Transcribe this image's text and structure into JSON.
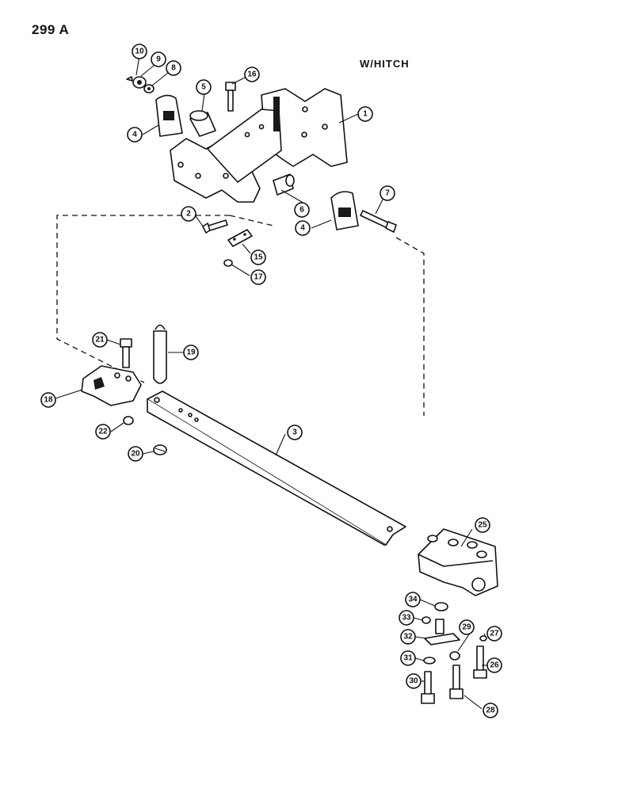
{
  "page": {
    "number": "299 A",
    "note": "W/HITCH"
  },
  "callouts": [
    {
      "label": "10"
    },
    {
      "label": "9"
    },
    {
      "label": "8"
    },
    {
      "label": "4"
    },
    {
      "label": "5"
    },
    {
      "label": "16"
    },
    {
      "label": "1"
    },
    {
      "label": "6"
    },
    {
      "label": "7"
    },
    {
      "label": "4"
    },
    {
      "label": "2"
    },
    {
      "label": "15"
    },
    {
      "label": "17"
    },
    {
      "label": "21"
    },
    {
      "label": "19"
    },
    {
      "label": "18"
    },
    {
      "label": "22"
    },
    {
      "label": "20"
    },
    {
      "label": "3"
    },
    {
      "label": "25"
    },
    {
      "label": "34"
    },
    {
      "label": "33"
    },
    {
      "label": "32"
    },
    {
      "label": "29"
    },
    {
      "label": "27"
    },
    {
      "label": "31"
    },
    {
      "label": "26"
    },
    {
      "label": "30"
    },
    {
      "label": "28"
    }
  ]
}
